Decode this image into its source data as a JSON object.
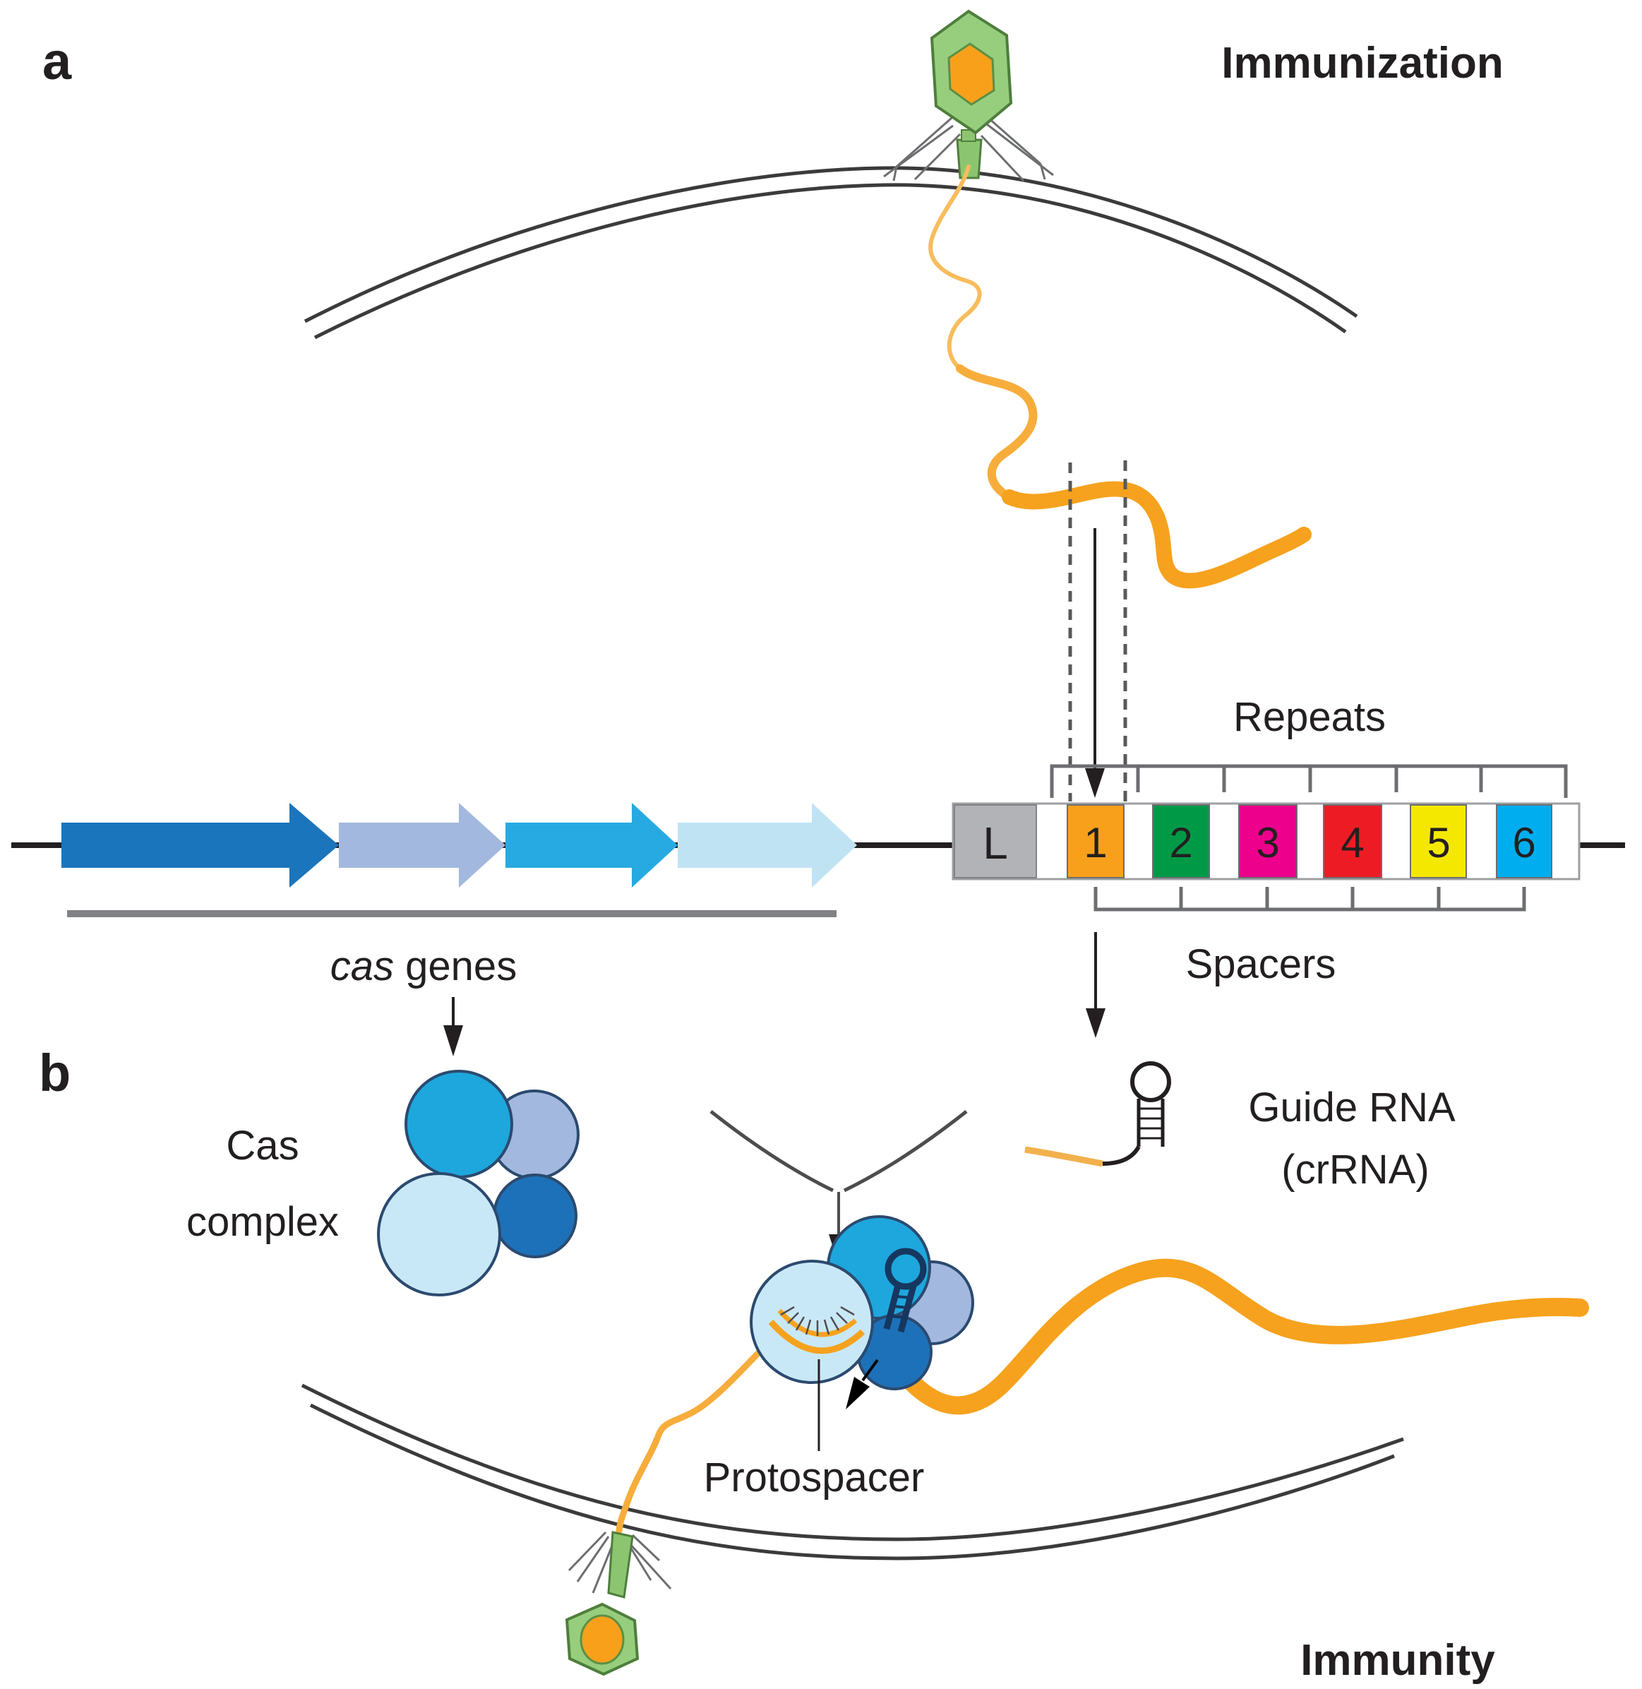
{
  "figure": {
    "panel_a_label": "a",
    "panel_b_label": "b",
    "immunization_title": "Immunization",
    "immunity_title": "Immunity"
  },
  "crispr_array": {
    "repeats_label": "Repeats",
    "spacers_label": "Spacers",
    "leader": {
      "label": "L",
      "color": "#b1b3b6",
      "text_color": "#ffffff"
    },
    "spacers": [
      {
        "label": "1",
        "color": "#F8A01C",
        "number_color": "#4a3b10"
      },
      {
        "label": "2",
        "color": "#009A47",
        "number_color": "#07512c"
      },
      {
        "label": "3",
        "color": "#EC008C",
        "number_color": "#8c0f52"
      },
      {
        "label": "4",
        "color": "#ED1C24",
        "number_color": "#ffffff"
      },
      {
        "label": "5",
        "color": "#F5E800",
        "number_color": "#4a4310"
      },
      {
        "label": "6",
        "color": "#00AEEF",
        "number_color": "#134a80"
      }
    ]
  },
  "cas_genes": {
    "label_italic": "cas",
    "label_rest": " genes",
    "arrow_colors": [
      "#1B75BC",
      "#A3B8DE",
      "#27AAE1",
      "#C0E3F4"
    ]
  },
  "cas_complex": {
    "line1": "Cas",
    "line2": "complex",
    "circle_colors": {
      "cyan": "#1EA7DD",
      "periwinkle": "#A3B8DE",
      "light": "#C9E8F7",
      "dark": "#1D71B8"
    }
  },
  "guide_rna": {
    "line1": "Guide RNA",
    "line2": "(crRNA)"
  },
  "protospacer_label": "Protospacer",
  "colors": {
    "phage_dna_orange": "#F6A21E",
    "phage_dna_orange_light": "#F8BC5C",
    "phage_body_green": "#97CE7E",
    "phage_head_core_orange": "#F9A01B",
    "membrane_gray": "#3B3B3D",
    "text_black": "#231F20"
  }
}
